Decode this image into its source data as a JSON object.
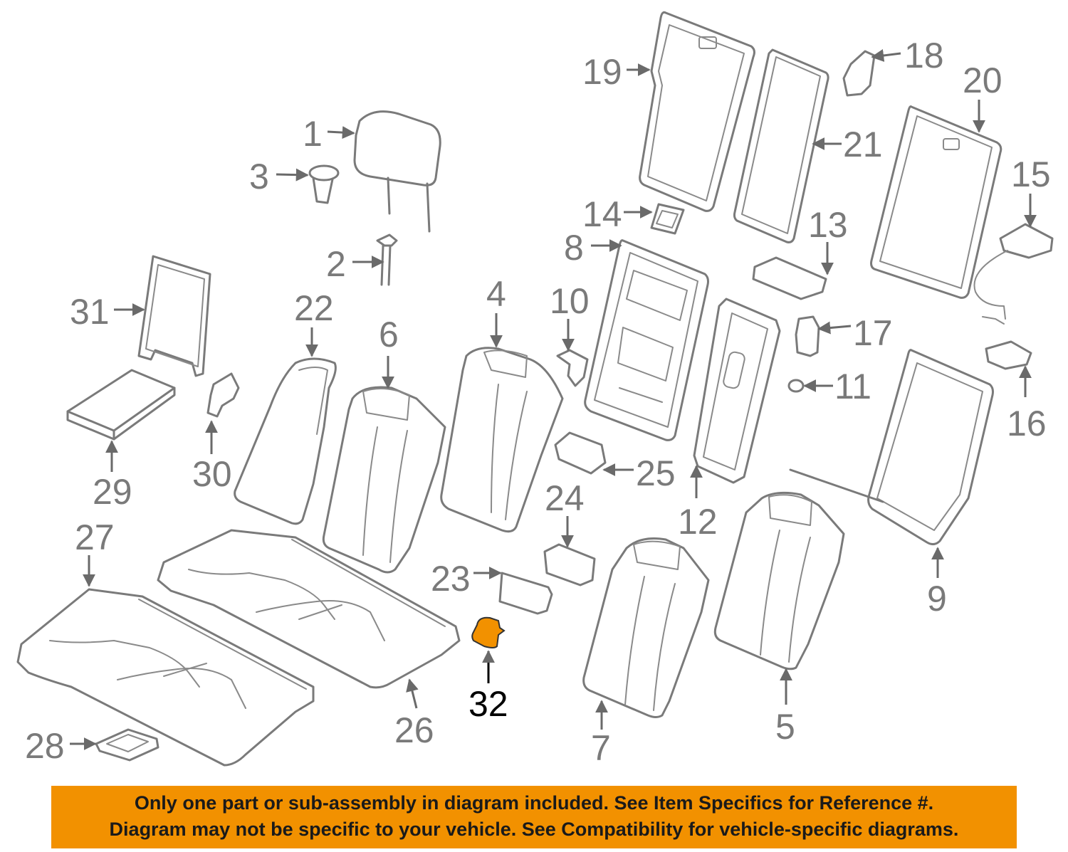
{
  "diagram": {
    "callouts": [
      "1",
      "2",
      "3",
      "4",
      "5",
      "6",
      "7",
      "8",
      "9",
      "10",
      "11",
      "12",
      "13",
      "14",
      "15",
      "16",
      "17",
      "18",
      "19",
      "20",
      "21",
      "22",
      "23",
      "24",
      "25",
      "26",
      "27",
      "28",
      "29",
      "30",
      "31",
      "32"
    ],
    "highlight_color": "#f29100"
  },
  "banner": {
    "line1": "Only one part or sub-assembly in diagram included. See Item Specifics for Reference #.",
    "line2": "Diagram may not be specific to your vehicle. See Compatibility for vehicle-specific diagrams.",
    "background": "#f29100"
  }
}
